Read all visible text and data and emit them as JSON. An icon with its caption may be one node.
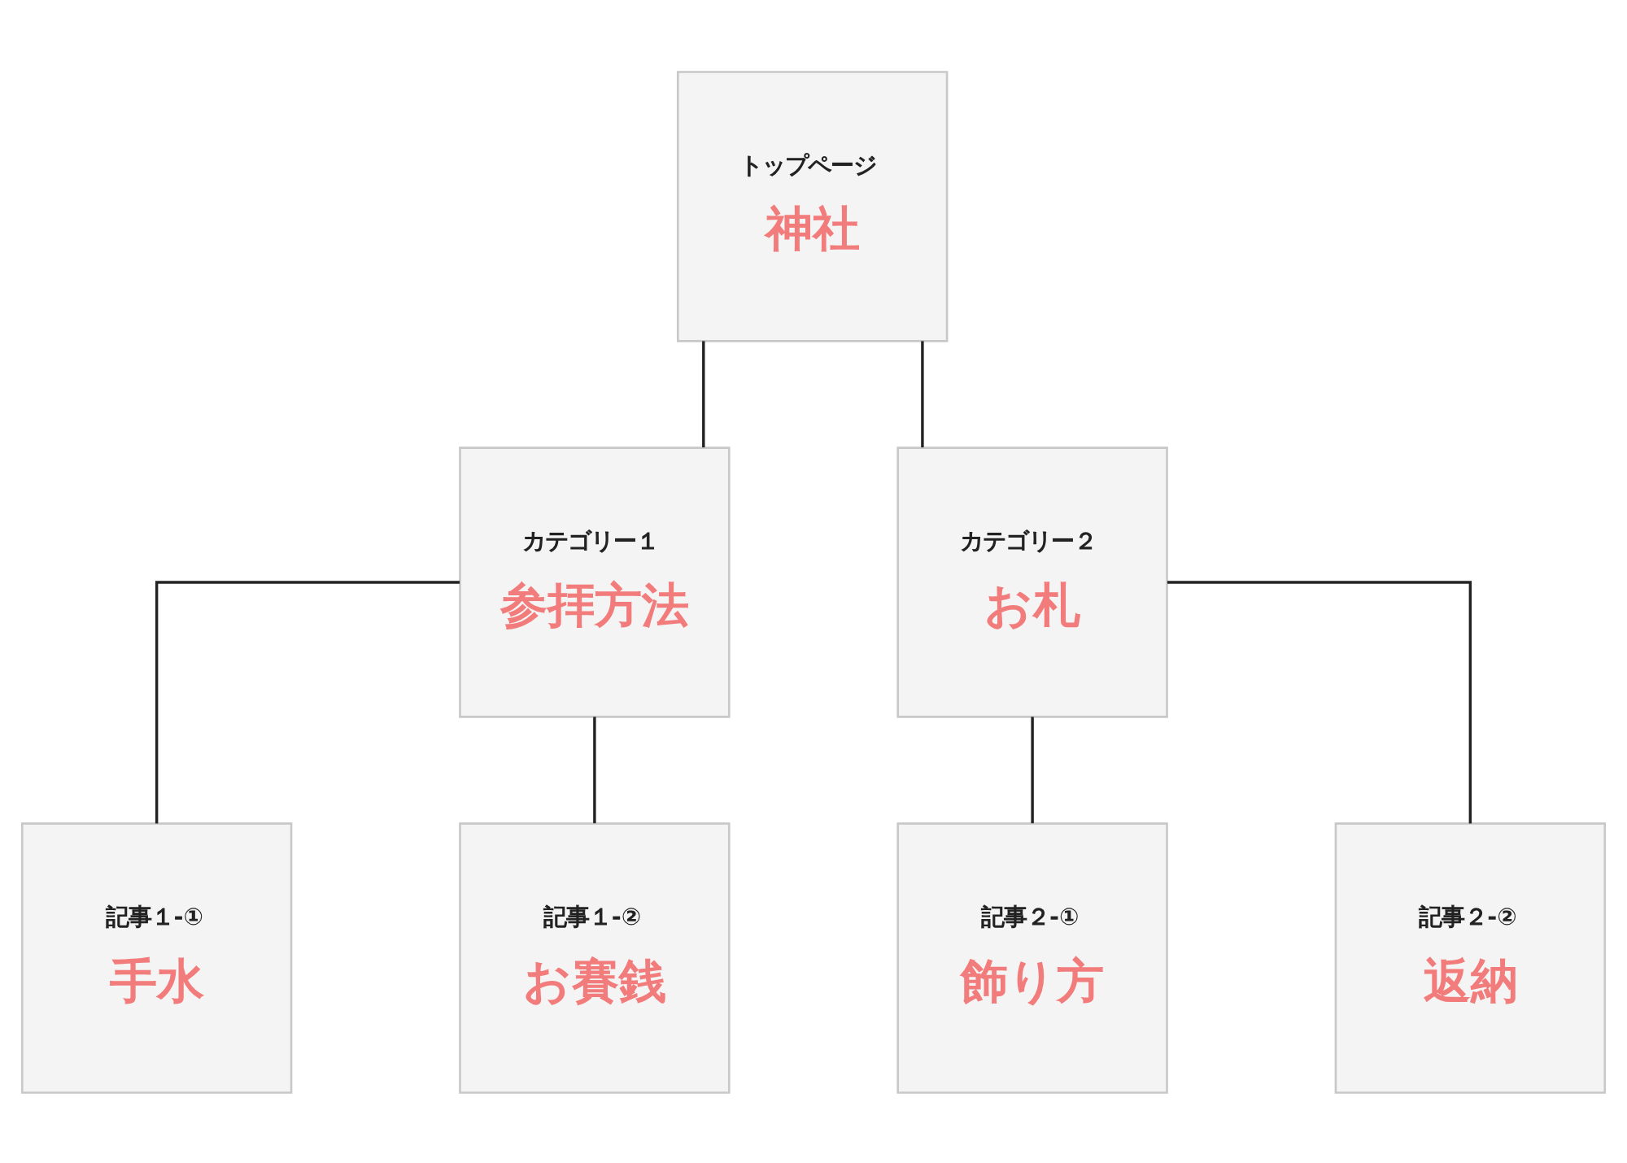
{
  "diagram": {
    "nodes": [
      {
        "text": [
          "トップページ",
          "神社"
        ]
      },
      {
        "text": [
          "カテゴリー１",
          "参拝方法"
        ]
      },
      {
        "text": [
          "カテゴリー２",
          "お札"
        ]
      },
      {
        "text": [
          "記事１-①",
          "手水"
        ]
      },
      {
        "text": [
          "記事１-②",
          "お賽銭"
        ]
      },
      {
        "text": [
          "記事２-①",
          "飾り方"
        ]
      },
      {
        "text": [
          "記事２-②",
          "返納"
        ]
      }
    ],
    "edges": [
      {
        "from": 0,
        "to": 1,
        "arrow": "none"
      },
      {
        "from": 0,
        "to": 2,
        "arrow": "none"
      },
      {
        "from": 1,
        "to": 3,
        "arrow": "none"
      },
      {
        "from": 1,
        "to": 4,
        "arrow": "none"
      },
      {
        "from": 2,
        "to": 5,
        "arrow": "none"
      },
      {
        "from": 2,
        "to": 6,
        "arrow": "none"
      }
    ]
  }
}
